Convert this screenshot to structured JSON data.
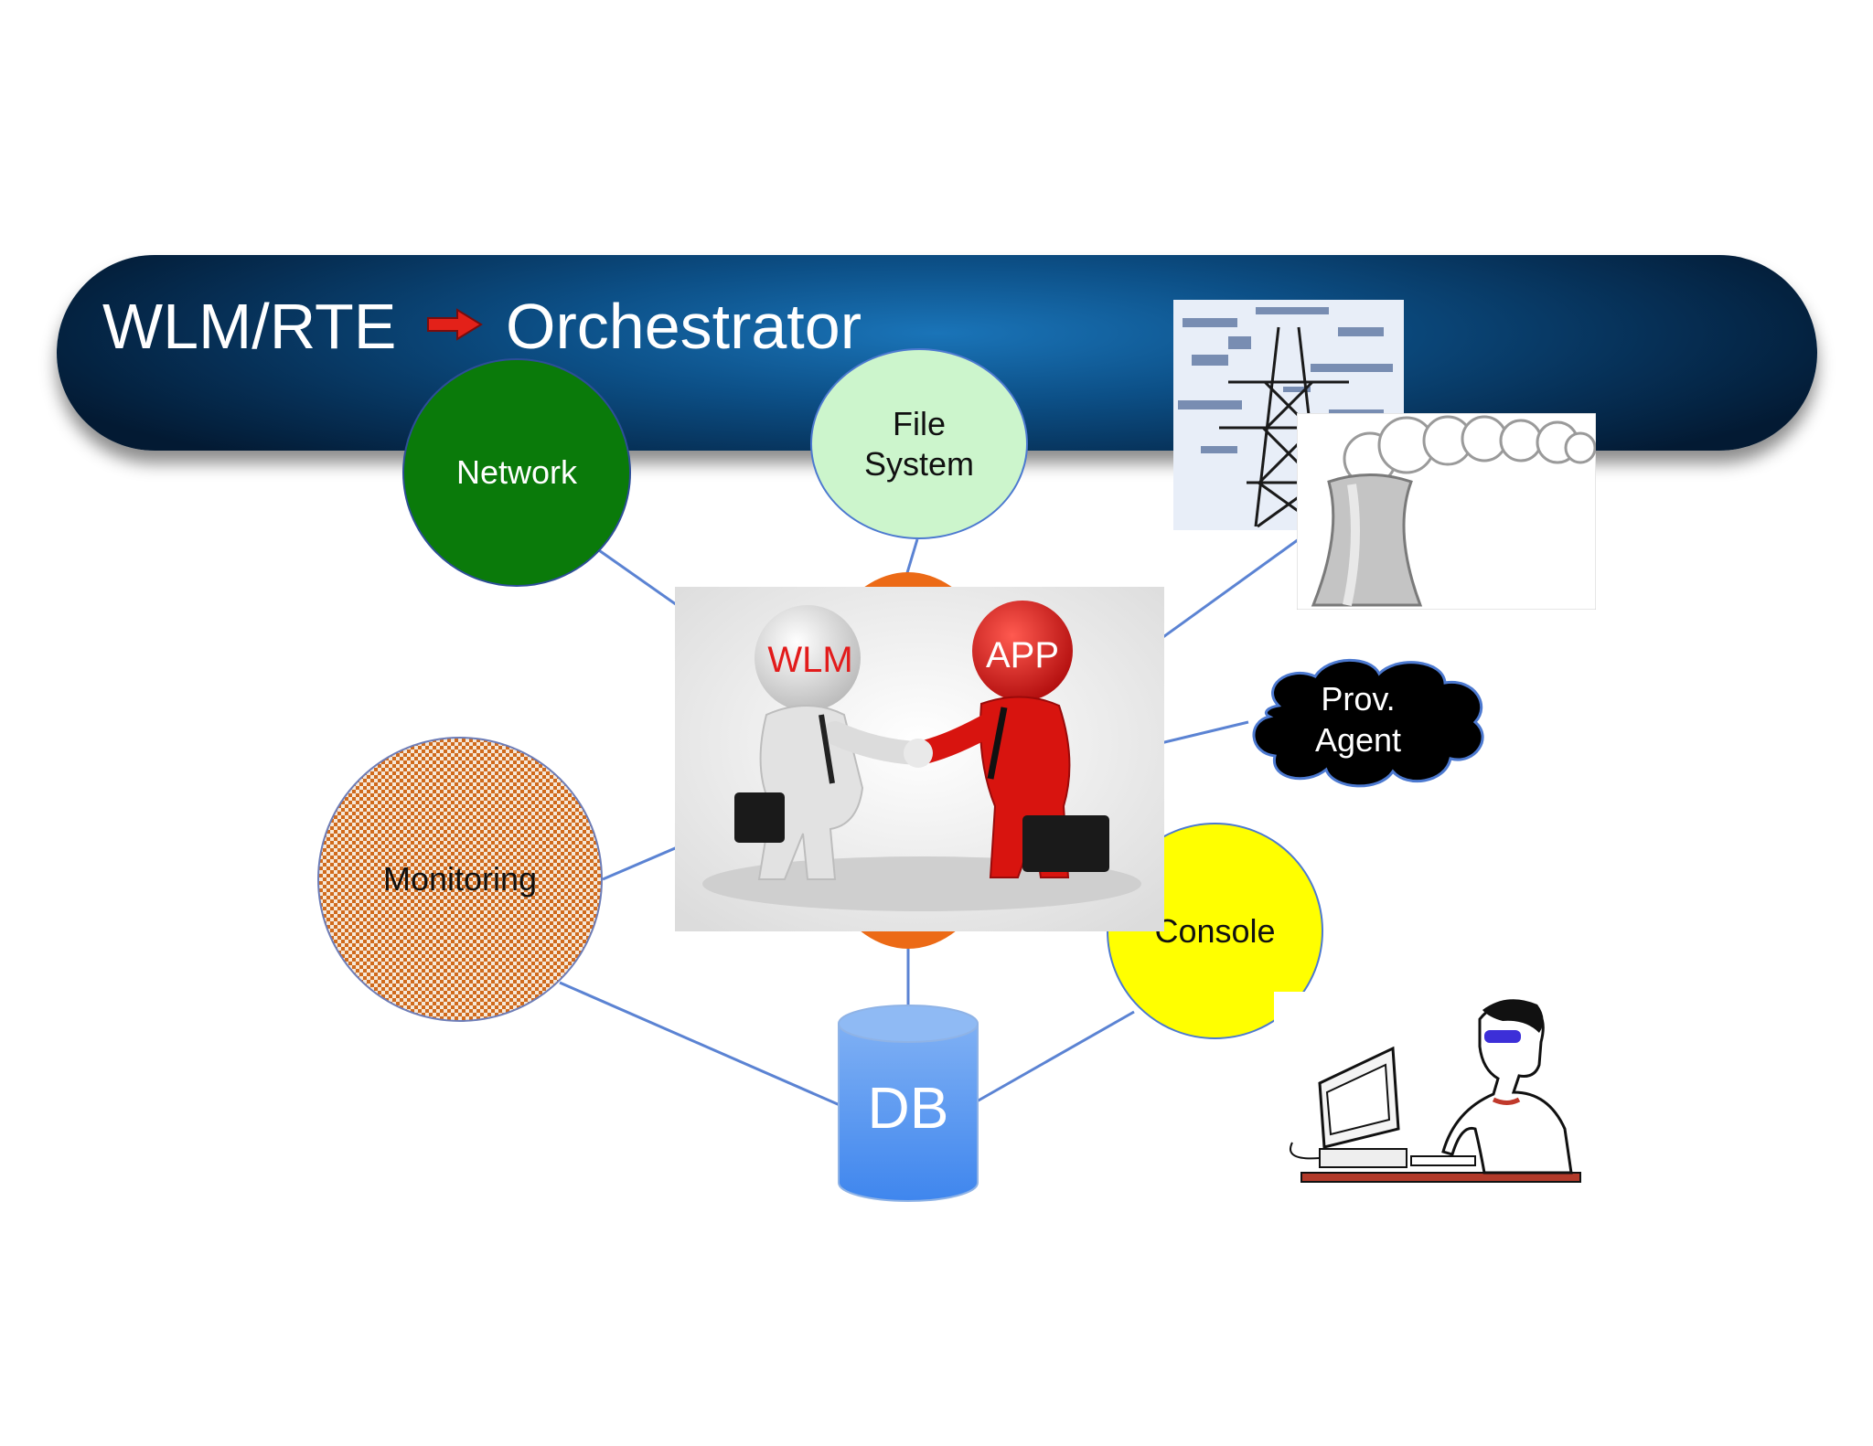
{
  "banner": {
    "title_left": "WLM/RTE",
    "title_right": "Orchestrator",
    "arrow_icon": "red-right-arrow-icon"
  },
  "nodes": {
    "network": "Network",
    "file_system_line1": "File",
    "file_system_line2": "System",
    "monitoring": "Monitoring",
    "console": "Console",
    "db": "DB",
    "prov_agent_line1": "Prov.",
    "prov_agent_line2": "Agent"
  },
  "center_image": {
    "left_figure_label": "WLM",
    "right_figure_label": "APP"
  },
  "colors": {
    "banner": "#0b4a80",
    "network": "#0a7a0a",
    "file_system": "#ccf5cc",
    "monitoring": "#d06a1c",
    "console": "#ffff00",
    "core": "#ec6a16",
    "db": "#5b9cf0",
    "wlm_label": "#e21b1b",
    "app_figure": "#e01a1a",
    "link_line": "#5b83d3"
  },
  "images": {
    "power_tower": "power-tower-icon",
    "power_plant": "cooling-tower-icon",
    "operator": "operator-at-computer-icon",
    "handshake": "handshake-figures-icon"
  }
}
